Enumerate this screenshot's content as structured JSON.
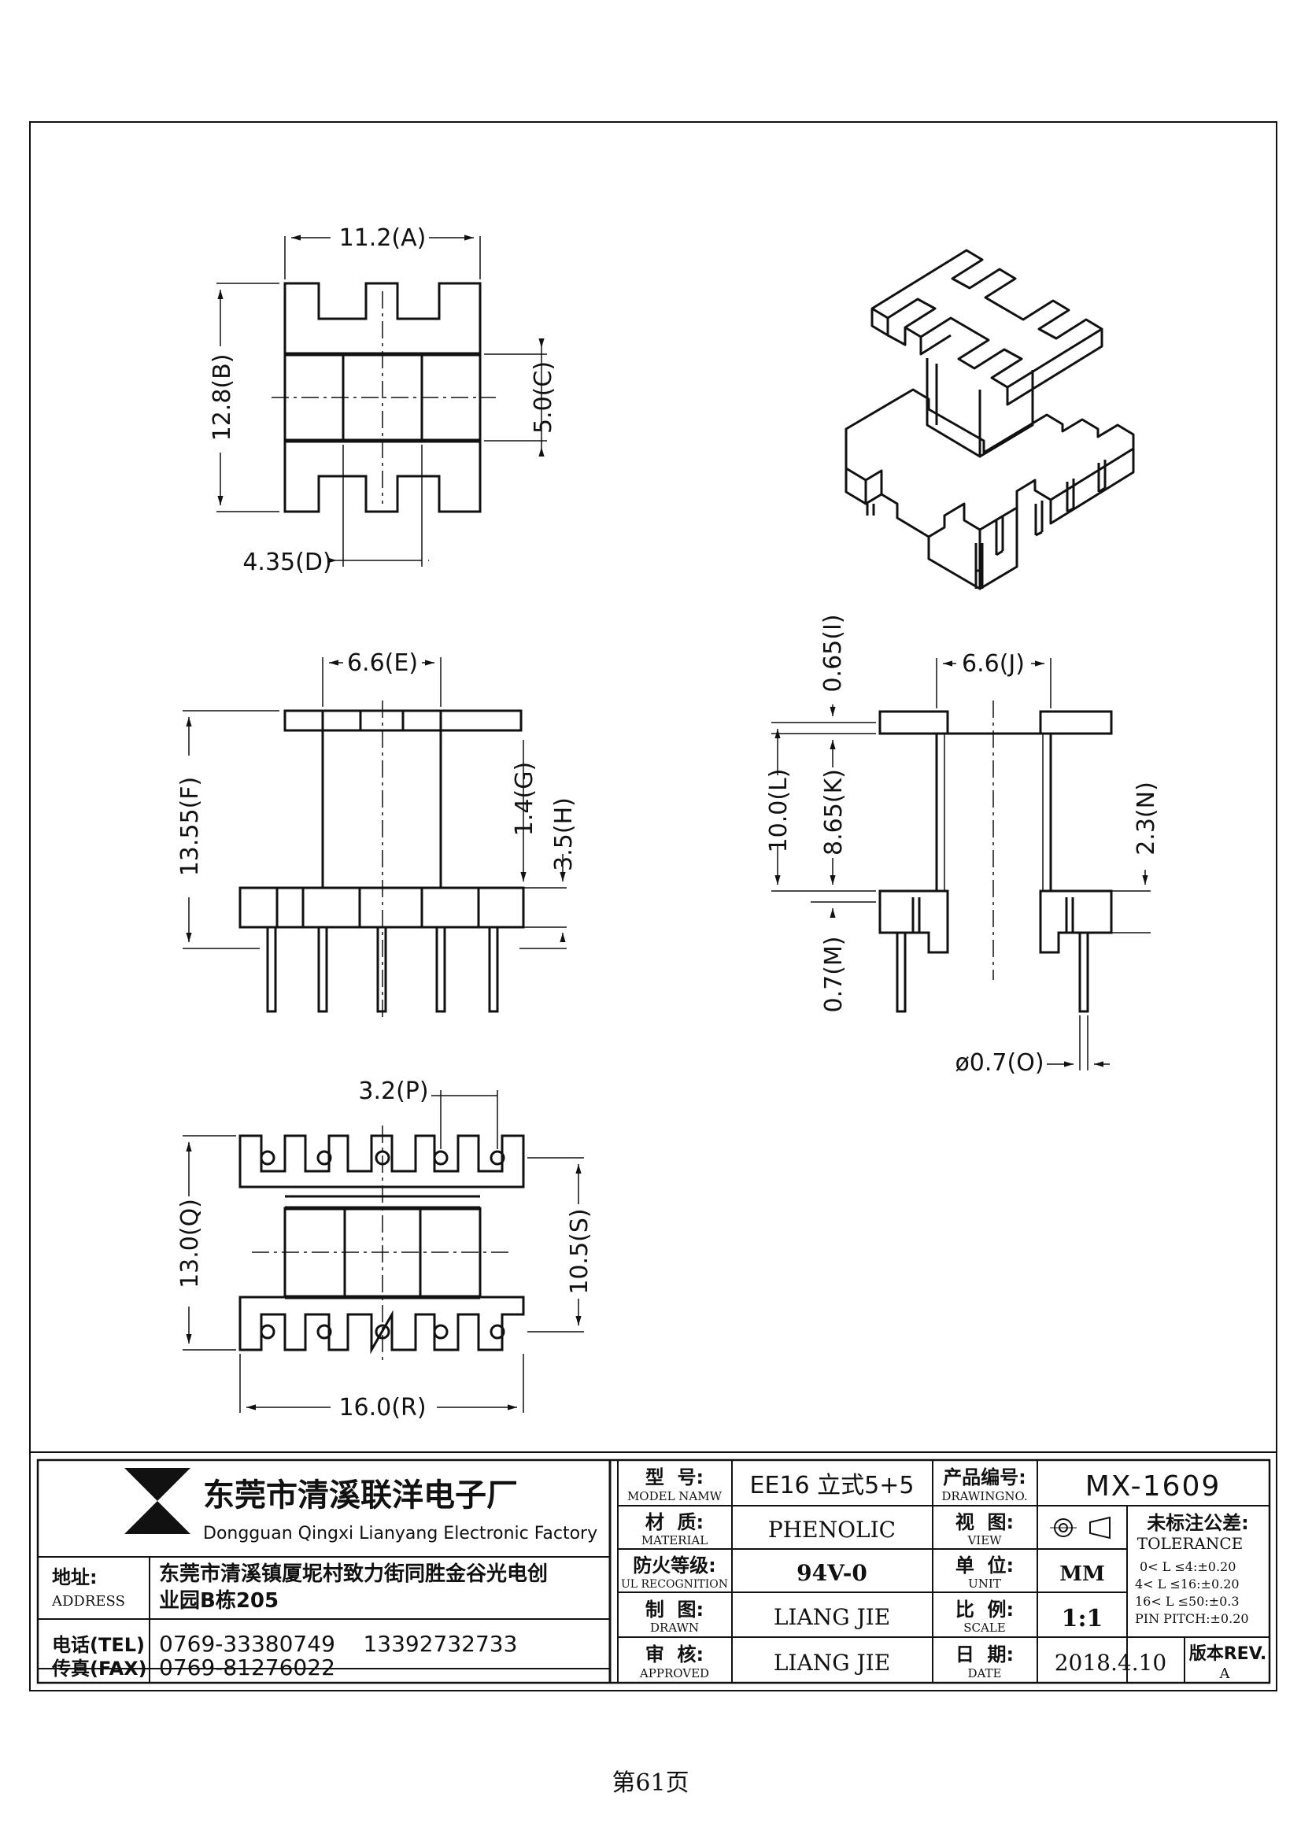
{
  "views": {
    "top_view": {
      "dim_a": "11.2(A)",
      "dim_b": "12.8(B)",
      "dim_c": "5.0(C)",
      "dim_d": "4.35(D)"
    },
    "front_view": {
      "dim_e": "6.6(E)",
      "dim_f": "13.55(F)",
      "dim_g": "1.4(G)",
      "dim_h": "3.5(H)"
    },
    "side_view": {
      "dim_i": "0.65(I)",
      "dim_j": "6.6(J)",
      "dim_k": "8.65(K)",
      "dim_l": "10.0(L)",
      "dim_m": "0.7(M)",
      "dim_n": "2.3(N)",
      "dim_o": "ø0.7(O)"
    },
    "bottom_view": {
      "dim_p": "3.2(P)",
      "dim_q": "13.0(Q)",
      "dim_r": "16.0(R)",
      "dim_s": "10.5(S)"
    }
  },
  "title_block": {
    "company_cn": "东莞市清溪联洋电子厂",
    "company_en": "Dongguan Qingxi Lianyang Electronic Factory",
    "address_label_cn": "地址:",
    "address_label_en": "ADDRESS",
    "address_line1": "东莞市清溪镇厦坭村致力街同胜金谷光电创",
    "address_line2": "业园B栋205",
    "tel_label": "电话(TEL)",
    "tel_value": "0769-33380749    13392732733",
    "fax_label": "传真(FAX)",
    "fax_value": "0769-81276022",
    "model_label_cn": "型  号:",
    "model_label_en": "MODEL NAMW",
    "model_value": "EE16 立式5+5",
    "material_label_cn": "材  质:",
    "material_label_en": "MATERIAL",
    "material_value": "PHENOLIC",
    "ul_label_cn": "防火等级:",
    "ul_label_en": "UL RECOGNITION",
    "ul_value": "94V-0",
    "drawn_label_cn": "制  图:",
    "drawn_label_en": "DRAWN",
    "drawn_value": "LIANG JIE",
    "approved_label_cn": "审  核:",
    "approved_label_en": "APPROVED",
    "approved_value": "LIANG JIE",
    "drawing_no_label_cn": "产品编号:",
    "drawing_no_label_en": "DRAWINGNO.",
    "drawing_no_value": "MX-1609",
    "view_label_cn": "视  图:",
    "view_label_en": "VIEW",
    "unit_label_cn": "单  位:",
    "unit_label_en": "UNIT",
    "unit_value": "MM",
    "scale_label_cn": "比  例:",
    "scale_label_en": "SCALE",
    "scale_value": "1:1",
    "date_label_cn": "日  期:",
    "date_label_en": "DATE",
    "date_value": "2018.4.10",
    "tolerance_cn": "未标注公差:",
    "tolerance_en": "TOLERANCE",
    "tolerance_lines": [
      "0< L ≤4:±0.20",
      "4< L ≤16:±0.20",
      "16< L ≤50:±0.3",
      "PIN PITCH:±0.20"
    ],
    "rev_label": "版本REV.",
    "rev_value": "A"
  },
  "footer": {
    "page": "第61页"
  }
}
